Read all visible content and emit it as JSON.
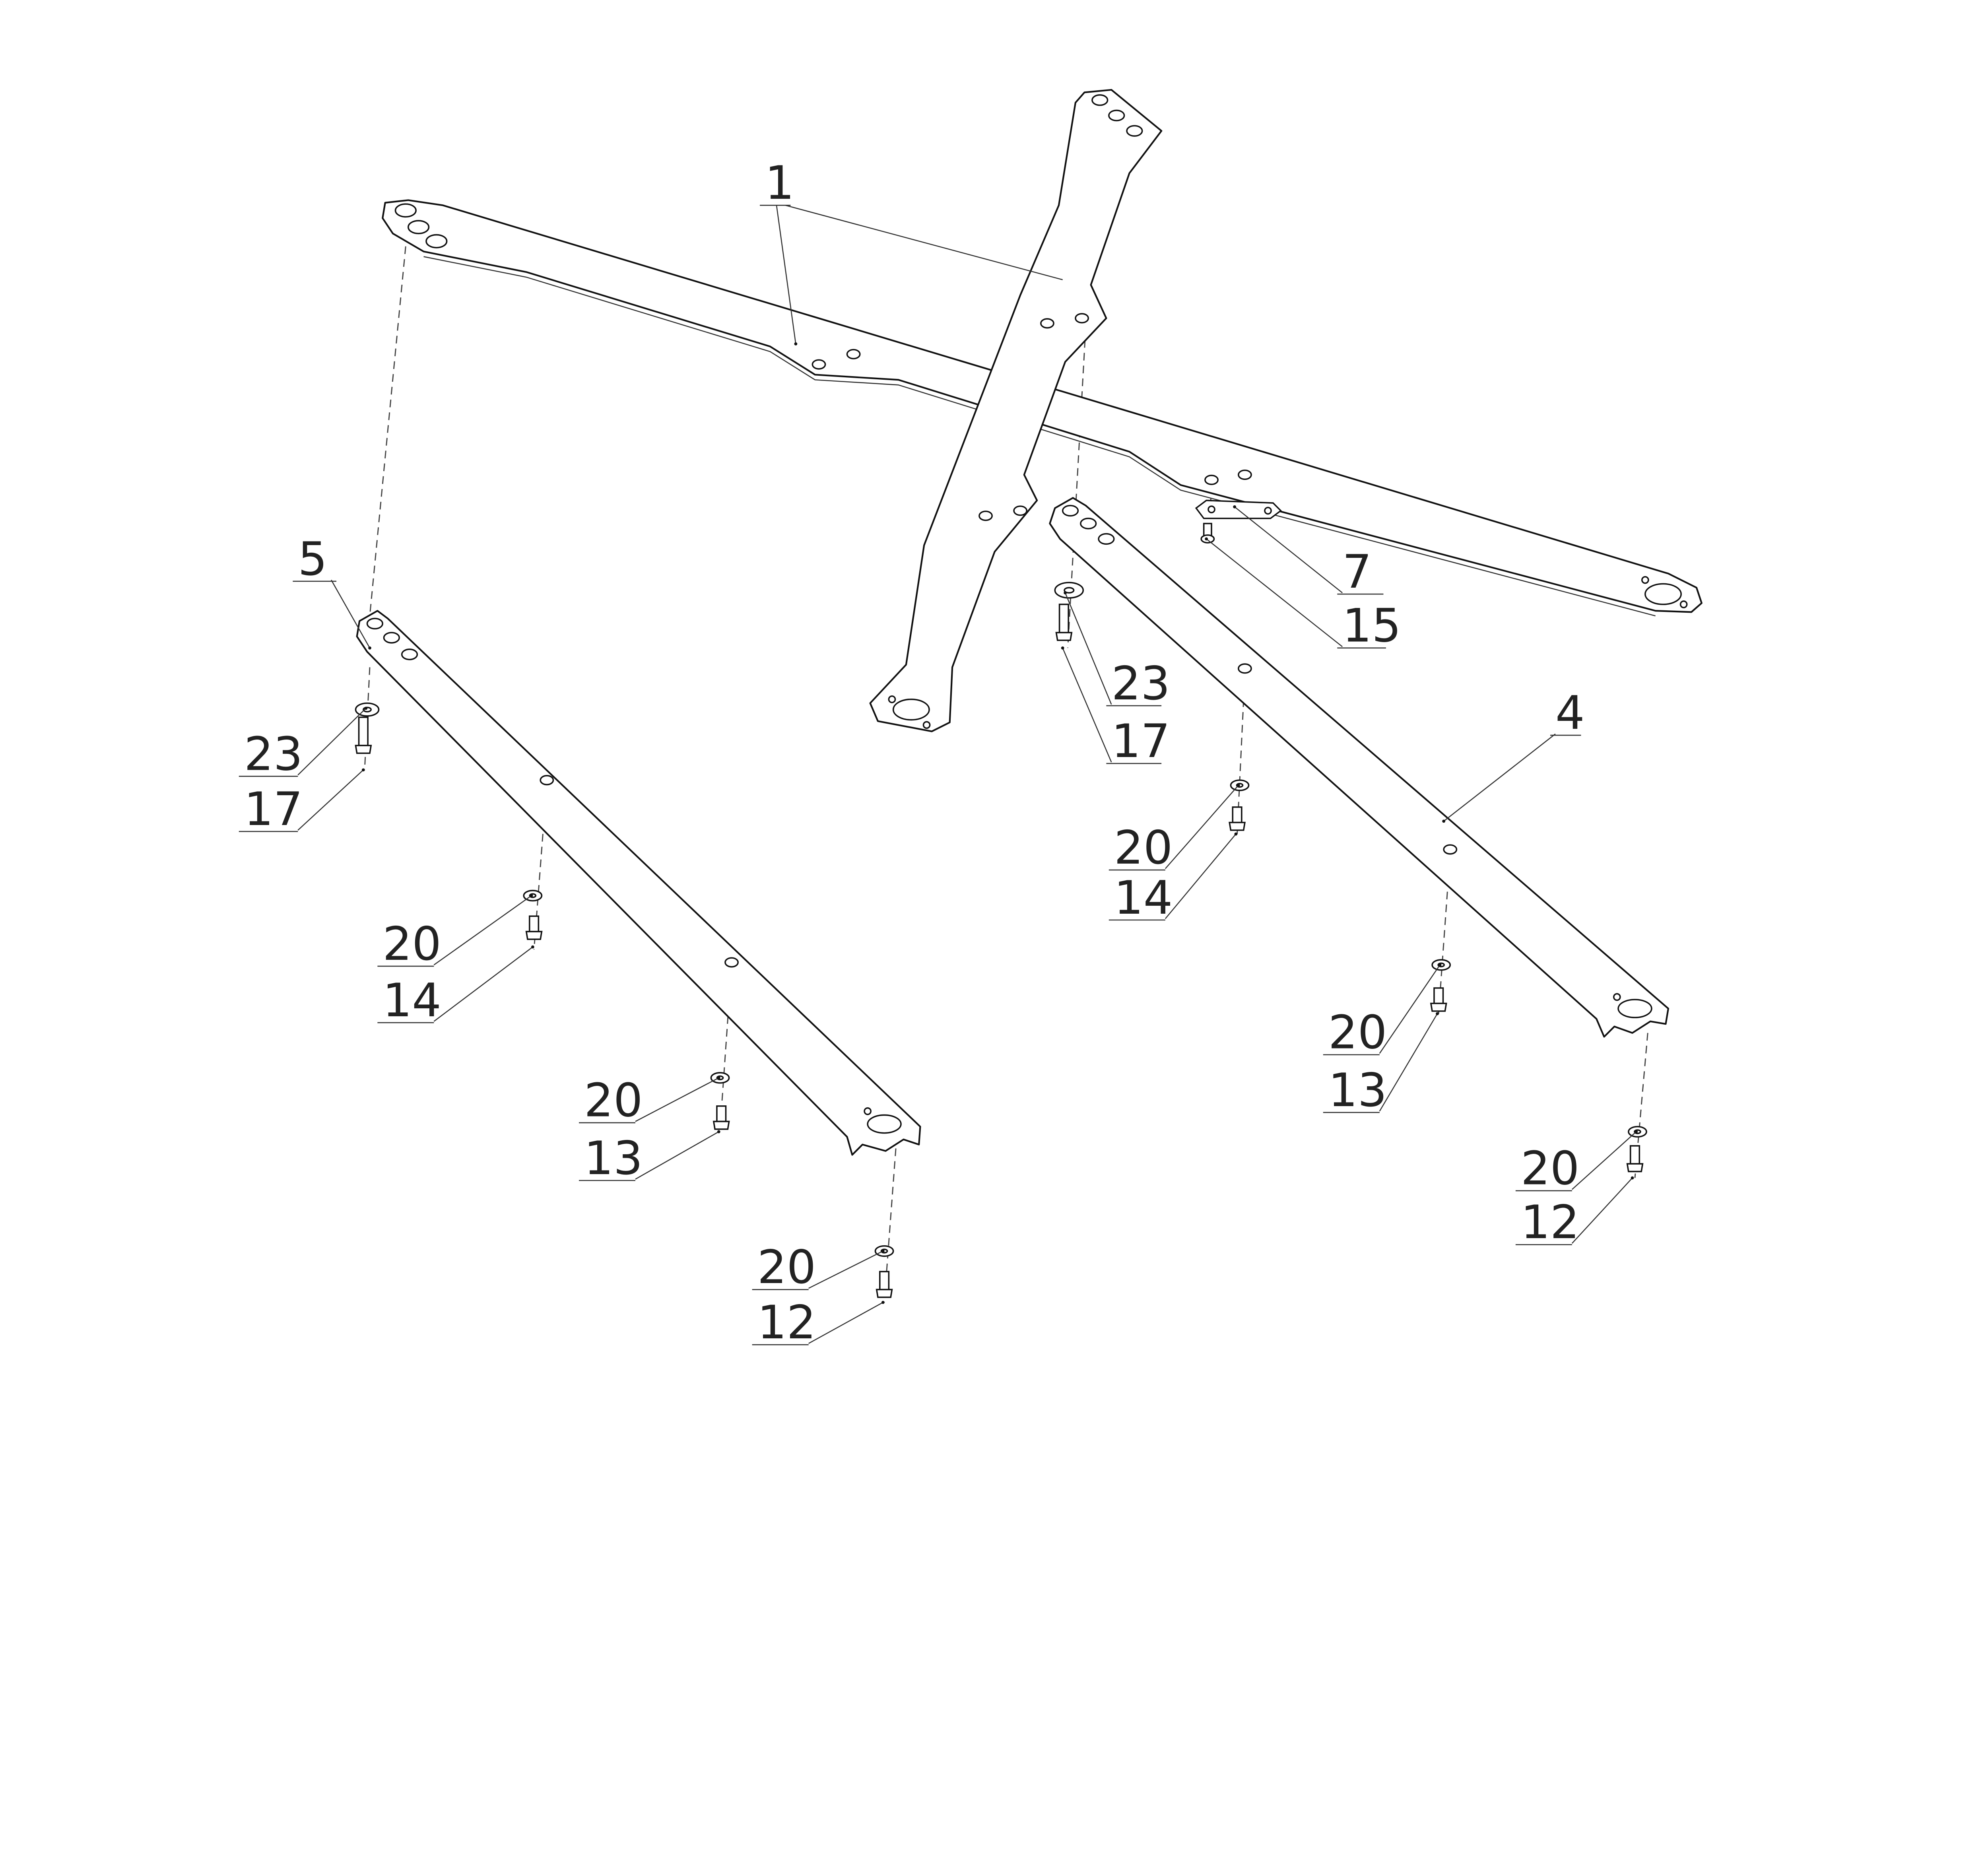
{
  "title": "Exploded assembly diagram",
  "callouts": [
    {
      "id": "part-1",
      "label": "1"
    },
    {
      "id": "part-5",
      "label": "5"
    },
    {
      "id": "part-23-left",
      "label": "23"
    },
    {
      "id": "part-17-left",
      "label": "17"
    },
    {
      "id": "part-20-left-a",
      "label": "20"
    },
    {
      "id": "part-14-left",
      "label": "14"
    },
    {
      "id": "part-20-left-b",
      "label": "20"
    },
    {
      "id": "part-13-left",
      "label": "13"
    },
    {
      "id": "part-20-left-c",
      "label": "20"
    },
    {
      "id": "part-12-left",
      "label": "12"
    },
    {
      "id": "part-7",
      "label": "7"
    },
    {
      "id": "part-15",
      "label": "15"
    },
    {
      "id": "part-23-right",
      "label": "23"
    },
    {
      "id": "part-17-right",
      "label": "17"
    },
    {
      "id": "part-4",
      "label": "4"
    },
    {
      "id": "part-20-right-a",
      "label": "20"
    },
    {
      "id": "part-14-right",
      "label": "14"
    },
    {
      "id": "part-20-right-b",
      "label": "20"
    },
    {
      "id": "part-13-right",
      "label": "13"
    },
    {
      "id": "part-20-right-c",
      "label": "20"
    },
    {
      "id": "part-12-right",
      "label": "12"
    }
  ]
}
